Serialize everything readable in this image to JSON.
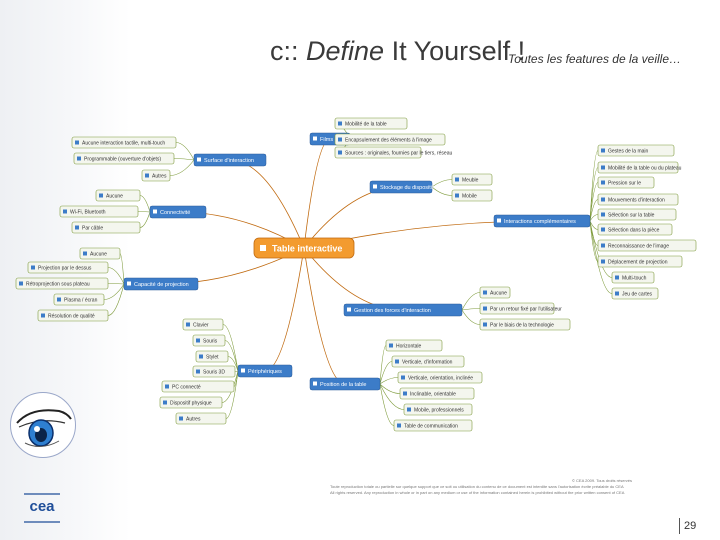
{
  "slide": {
    "title_prefix": "c:: ",
    "title_italic": "Define",
    "title_suffix": " It Yourself !",
    "subtitle": "Toutes les features de la veille…",
    "copyright_line1": "© CEA 2009. Tous droits réservés",
    "copyright_line2": "Toute reproduction totale ou partielle sur quelque support que ce soit ou utilisation du contenu de ce document est interdite sans l'autorisation écrite préalable du CEA",
    "copyright_line3": "All rights reserved. Any reproduction in whole or in part on any medium or use of the information contained herein is prohibited without the prior written consent of CEA",
    "page_number": "29"
  },
  "mindmap": {
    "center": "Table interactive",
    "branches": [
      {
        "id": "b1",
        "label": "Films",
        "children": [
          "Mobilité de la table",
          "Encapsulement des éléments à l'image",
          "Sources : originales, fournies par le tiers, réseau"
        ]
      },
      {
        "id": "b2",
        "label": "Stockage du dispositif",
        "children": [
          "Meuble",
          "Mobile"
        ]
      },
      {
        "id": "b3",
        "label": "Interactions complémentaires",
        "children": [
          "Gestes de la main",
          "Mobilité de la table ou du plateau",
          "Pression sur le",
          "Mouvements d'interaction",
          "Sélection sur la table",
          "Sélection dans la pièce",
          "Reconnaissance de l'image",
          "Déplacement de projection",
          "Multi-touch",
          "Jeu de cartes"
        ]
      },
      {
        "id": "b4",
        "label": "Gestion des forces d'interaction",
        "children": [
          "Aucune",
          "Par un retour fixé par l'utilisateur",
          "Par le biais de la technologie"
        ]
      },
      {
        "id": "b5",
        "label": "Position de la table",
        "children": [
          "Horizontale",
          "Verticale, d'information",
          "Verticale, orientation, inclinée",
          "Inclinable, orientable",
          "Mobile, professionnels",
          "Table de communication"
        ]
      },
      {
        "id": "b6",
        "label": "Périphériques",
        "children": [
          "Clavier",
          "Souris",
          "Stylet",
          "Souris 3D",
          "PC connecté",
          "Dispositif physique",
          "Autres"
        ]
      },
      {
        "id": "b7",
        "label": "Capacité de projection",
        "children": [
          "Aucune",
          "Projection par le dessus",
          "Rétroprojection sous plateau",
          "Plasma / écran",
          "Résolution de qualité"
        ]
      },
      {
        "id": "b8",
        "label": "Connectivité",
        "children": [
          "Aucune",
          "Wi-Fi, Bluetooth",
          "Par câble"
        ]
      },
      {
        "id": "b9",
        "label": "Surface d'interaction",
        "children": [
          "Aucune interaction tactile, multi-touch",
          "Programmable (ouverture d'objets)",
          "Autres"
        ]
      }
    ]
  }
}
